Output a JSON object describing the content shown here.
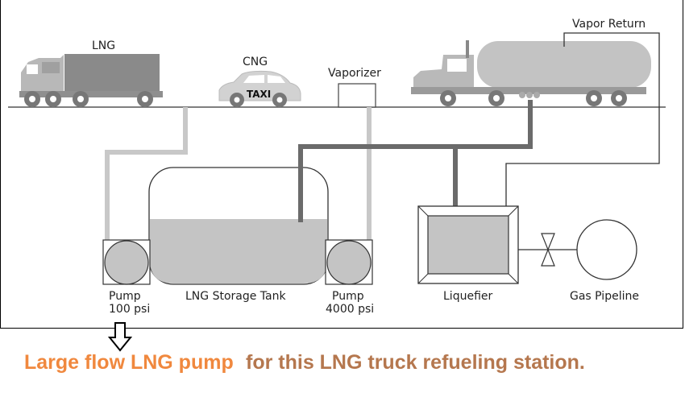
{
  "labels": {
    "lng_truck": "LNG",
    "cng_car": "CNG",
    "taxi_sign": "TAXI",
    "vaporizer": "Vaporizer",
    "vapor_return": "Vapor Return",
    "pump_left": "Pump",
    "pump_left_pressure": "100 psi",
    "storage_tank": "LNG Storage Tank",
    "pump_right": "Pump",
    "pump_right_pressure": "4000 psi",
    "liquefier": "Liquefier",
    "gas_pipeline": "Gas Pipeline"
  },
  "caption": {
    "highlight": "Large flow LNG pump",
    "rest": "for this LNG truck refueling station."
  },
  "colors": {
    "line_light": "#c8c8c8",
    "line_dark": "#6b6b6b",
    "tank_fill": "#c4c4c4",
    "caption_highlight": "#f0883e",
    "caption_rest": "#b5774e"
  },
  "icons": [
    "down-arrow-icon",
    "valve-icon"
  ]
}
